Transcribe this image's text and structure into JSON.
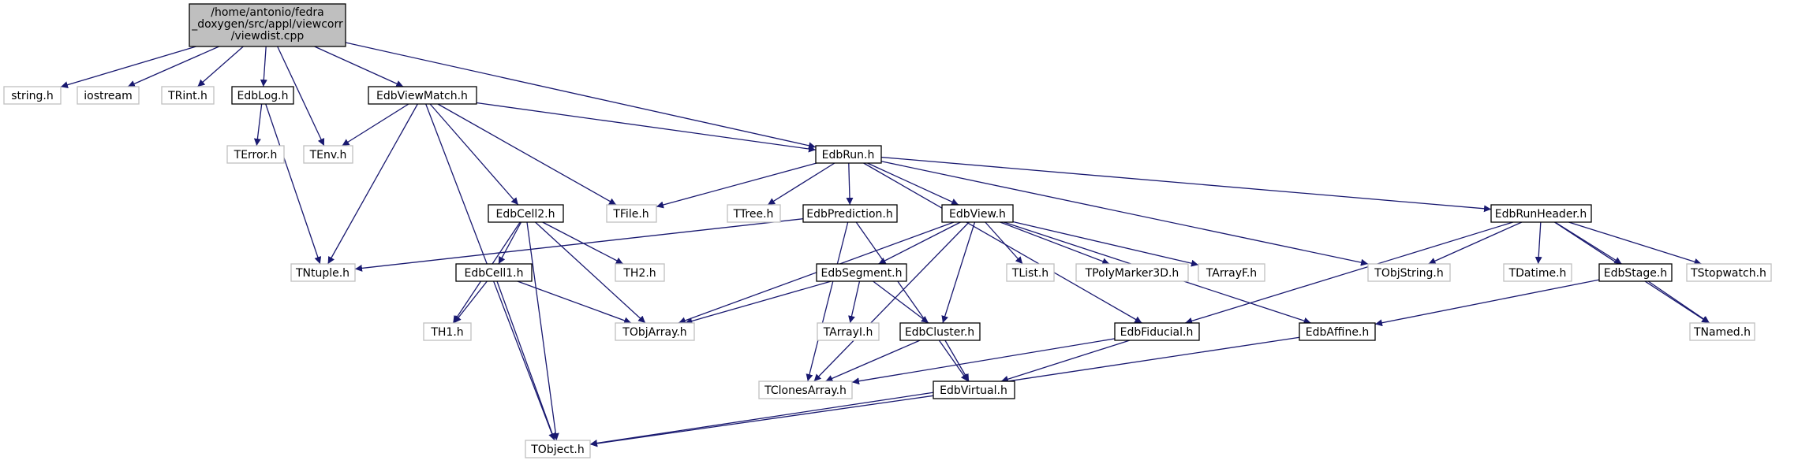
{
  "graph": {
    "colors": {
      "edge": "#191970",
      "node_border": "#000000",
      "external_border": "#bfbfbf",
      "root_fill": "#bfbfbf",
      "node_fill": "#ffffff"
    },
    "root": {
      "id": "root",
      "lines": [
        "/home/antonio/fedra",
        "_doxygen/src/appl/viewcorr",
        "/viewdist.cpp"
      ]
    },
    "nodes": [
      {
        "id": "string_h",
        "label": "string.h",
        "external": true
      },
      {
        "id": "iostream",
        "label": "iostream",
        "external": true
      },
      {
        "id": "TRint_h",
        "label": "TRint.h",
        "external": true
      },
      {
        "id": "EdbLog_h",
        "label": "EdbLog.h",
        "external": false
      },
      {
        "id": "EdbViewMatch_h",
        "label": "EdbViewMatch.h",
        "external": false
      },
      {
        "id": "TEnv_h",
        "label": "TEnv.h",
        "external": true
      },
      {
        "id": "TError_h",
        "label": "TError.h",
        "external": true
      },
      {
        "id": "EdbRun_h",
        "label": "EdbRun.h",
        "external": false
      },
      {
        "id": "EdbCell2_h",
        "label": "EdbCell2.h",
        "external": false
      },
      {
        "id": "TFile_h",
        "label": "TFile.h",
        "external": true
      },
      {
        "id": "TTree_h",
        "label": "TTree.h",
        "external": true
      },
      {
        "id": "EdbPrediction_h",
        "label": "EdbPrediction.h",
        "external": false
      },
      {
        "id": "EdbView_h",
        "label": "EdbView.h",
        "external": false
      },
      {
        "id": "EdbRunHeader_h",
        "label": "EdbRunHeader.h",
        "external": false
      },
      {
        "id": "TNtuple_h",
        "label": "TNtuple.h",
        "external": true
      },
      {
        "id": "EdbCell1_h",
        "label": "EdbCell1.h",
        "external": false
      },
      {
        "id": "TH2_h",
        "label": "TH2.h",
        "external": true
      },
      {
        "id": "EdbSegment_h",
        "label": "EdbSegment.h",
        "external": false
      },
      {
        "id": "TList_h",
        "label": "TList.h",
        "external": true
      },
      {
        "id": "TPolyMarker3D_h",
        "label": "TPolyMarker3D.h",
        "external": true
      },
      {
        "id": "TArrayF_h",
        "label": "TArrayF.h",
        "external": true
      },
      {
        "id": "TObjString_h",
        "label": "TObjString.h",
        "external": true
      },
      {
        "id": "TDatime_h",
        "label": "TDatime.h",
        "external": true
      },
      {
        "id": "EdbStage_h",
        "label": "EdbStage.h",
        "external": false
      },
      {
        "id": "TStopwatch_h",
        "label": "TStopwatch.h",
        "external": true
      },
      {
        "id": "TH1_h",
        "label": "TH1.h",
        "external": true
      },
      {
        "id": "TObjArray_h",
        "label": "TObjArray.h",
        "external": true
      },
      {
        "id": "TArrayI_h",
        "label": "TArrayI.h",
        "external": true
      },
      {
        "id": "EdbCluster_h",
        "label": "EdbCluster.h",
        "external": false
      },
      {
        "id": "EdbFiducial_h",
        "label": "EdbFiducial.h",
        "external": false
      },
      {
        "id": "EdbAffine_h",
        "label": "EdbAffine.h",
        "external": false
      },
      {
        "id": "TNamed_h",
        "label": "TNamed.h",
        "external": true
      },
      {
        "id": "TClonesArray_h",
        "label": "TClonesArray.h",
        "external": true
      },
      {
        "id": "EdbVirtual_h",
        "label": "EdbVirtual.h",
        "external": false
      },
      {
        "id": "TObject_h",
        "label": "TObject.h",
        "external": true
      }
    ],
    "edges": [
      [
        "root",
        "string_h"
      ],
      [
        "root",
        "iostream"
      ],
      [
        "root",
        "TRint_h"
      ],
      [
        "root",
        "EdbLog_h"
      ],
      [
        "root",
        "TEnv_h"
      ],
      [
        "root",
        "EdbViewMatch_h"
      ],
      [
        "root",
        "EdbRun_h"
      ],
      [
        "EdbLog_h",
        "TError_h"
      ],
      [
        "EdbLog_h",
        "TNtuple_h"
      ],
      [
        "EdbViewMatch_h",
        "TEnv_h"
      ],
      [
        "EdbViewMatch_h",
        "EdbRun_h"
      ],
      [
        "EdbViewMatch_h",
        "EdbCell2_h"
      ],
      [
        "EdbViewMatch_h",
        "TFile_h"
      ],
      [
        "EdbViewMatch_h",
        "TNtuple_h"
      ],
      [
        "EdbViewMatch_h",
        "TObject_h"
      ],
      [
        "EdbRun_h",
        "TFile_h"
      ],
      [
        "EdbRun_h",
        "TTree_h"
      ],
      [
        "EdbRun_h",
        "EdbPrediction_h"
      ],
      [
        "EdbRun_h",
        "EdbView_h"
      ],
      [
        "EdbRun_h",
        "EdbRunHeader_h"
      ],
      [
        "EdbRun_h",
        "TObjString_h"
      ],
      [
        "EdbRun_h",
        "EdbFiducial_h"
      ],
      [
        "EdbCell2_h",
        "EdbCell1_h"
      ],
      [
        "EdbCell2_h",
        "TH2_h"
      ],
      [
        "EdbCell2_h",
        "TH1_h"
      ],
      [
        "EdbCell2_h",
        "TObjArray_h"
      ],
      [
        "EdbCell2_h",
        "TObject_h"
      ],
      [
        "EdbCell1_h",
        "TH1_h"
      ],
      [
        "EdbCell1_h",
        "TObjArray_h"
      ],
      [
        "EdbCell1_h",
        "TObject_h"
      ],
      [
        "EdbPrediction_h",
        "TNtuple_h"
      ],
      [
        "EdbPrediction_h",
        "TClonesArray_h"
      ],
      [
        "EdbPrediction_h",
        "EdbVirtual_h"
      ],
      [
        "EdbView_h",
        "EdbSegment_h"
      ],
      [
        "EdbView_h",
        "TList_h"
      ],
      [
        "EdbView_h",
        "TPolyMarker3D_h"
      ],
      [
        "EdbView_h",
        "TArrayF_h"
      ],
      [
        "EdbView_h",
        "TObjArray_h"
      ],
      [
        "EdbView_h",
        "EdbCluster_h"
      ],
      [
        "EdbView_h",
        "TClonesArray_h"
      ],
      [
        "EdbView_h",
        "EdbAffine_h"
      ],
      [
        "EdbSegment_h",
        "TObjArray_h"
      ],
      [
        "EdbSegment_h",
        "TArrayI_h"
      ],
      [
        "EdbSegment_h",
        "EdbCluster_h"
      ],
      [
        "EdbCluster_h",
        "TClonesArray_h"
      ],
      [
        "EdbCluster_h",
        "EdbVirtual_h"
      ],
      [
        "EdbRunHeader_h",
        "TObjString_h"
      ],
      [
        "EdbRunHeader_h",
        "TDatime_h"
      ],
      [
        "EdbRunHeader_h",
        "EdbStage_h"
      ],
      [
        "EdbRunHeader_h",
        "TStopwatch_h"
      ],
      [
        "EdbRunHeader_h",
        "TNamed_h"
      ],
      [
        "EdbRunHeader_h",
        "EdbFiducial_h"
      ],
      [
        "EdbStage_h",
        "EdbAffine_h"
      ],
      [
        "EdbStage_h",
        "TNamed_h"
      ],
      [
        "EdbFiducial_h",
        "TClonesArray_h"
      ],
      [
        "EdbFiducial_h",
        "EdbVirtual_h"
      ],
      [
        "EdbAffine_h",
        "TObject_h"
      ],
      [
        "EdbVirtual_h",
        "TObject_h"
      ]
    ]
  }
}
